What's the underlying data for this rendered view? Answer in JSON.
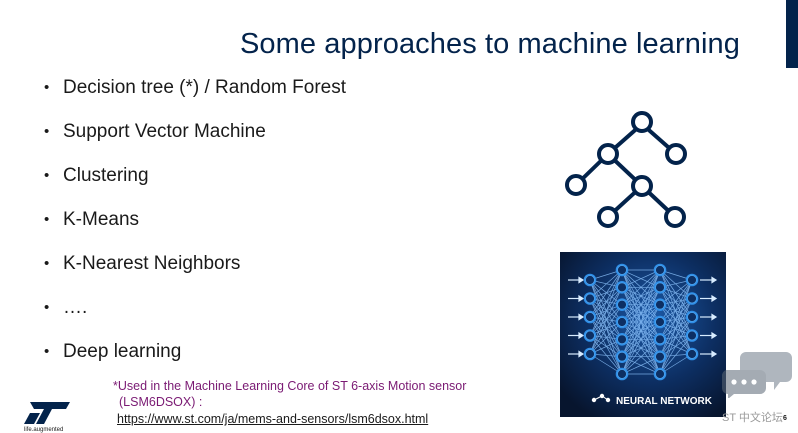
{
  "slide": {
    "title": "Some approaches to machine learning",
    "bullets": [
      "Decision tree (*) / Random Forest",
      "Support Vector Machine",
      "Clustering",
      "K-Means",
      "K-Nearest Neighbors",
      "….",
      "Deep learning"
    ],
    "bullet_glyph": "•",
    "footnote": {
      "line1": "*Used in the Machine Learning Core of ST 6-axis Motion sensor",
      "line2": "(LSM6DSOX) :",
      "link": "https://www.st.com/ja/mems-and-sensors/lsm6dsox.html"
    },
    "neural_network_caption": "NEURAL NETWORK",
    "logo": {
      "text": "ST",
      "tagline": "life.augmented"
    },
    "watermark": "ST 中文论坛",
    "page_number": "6"
  },
  "colors": {
    "title": "#03234b",
    "accent_bar": "#03234b",
    "tree": "#03234b",
    "footnote": "#7a1a73",
    "nn_background": "#0a1c3a",
    "nn_glow": "#2f8fe8",
    "logo": "#03234b"
  },
  "icons": [
    "decision-tree-icon",
    "neural-network-icon",
    "st-logo",
    "chat-bubbles-icon"
  ]
}
